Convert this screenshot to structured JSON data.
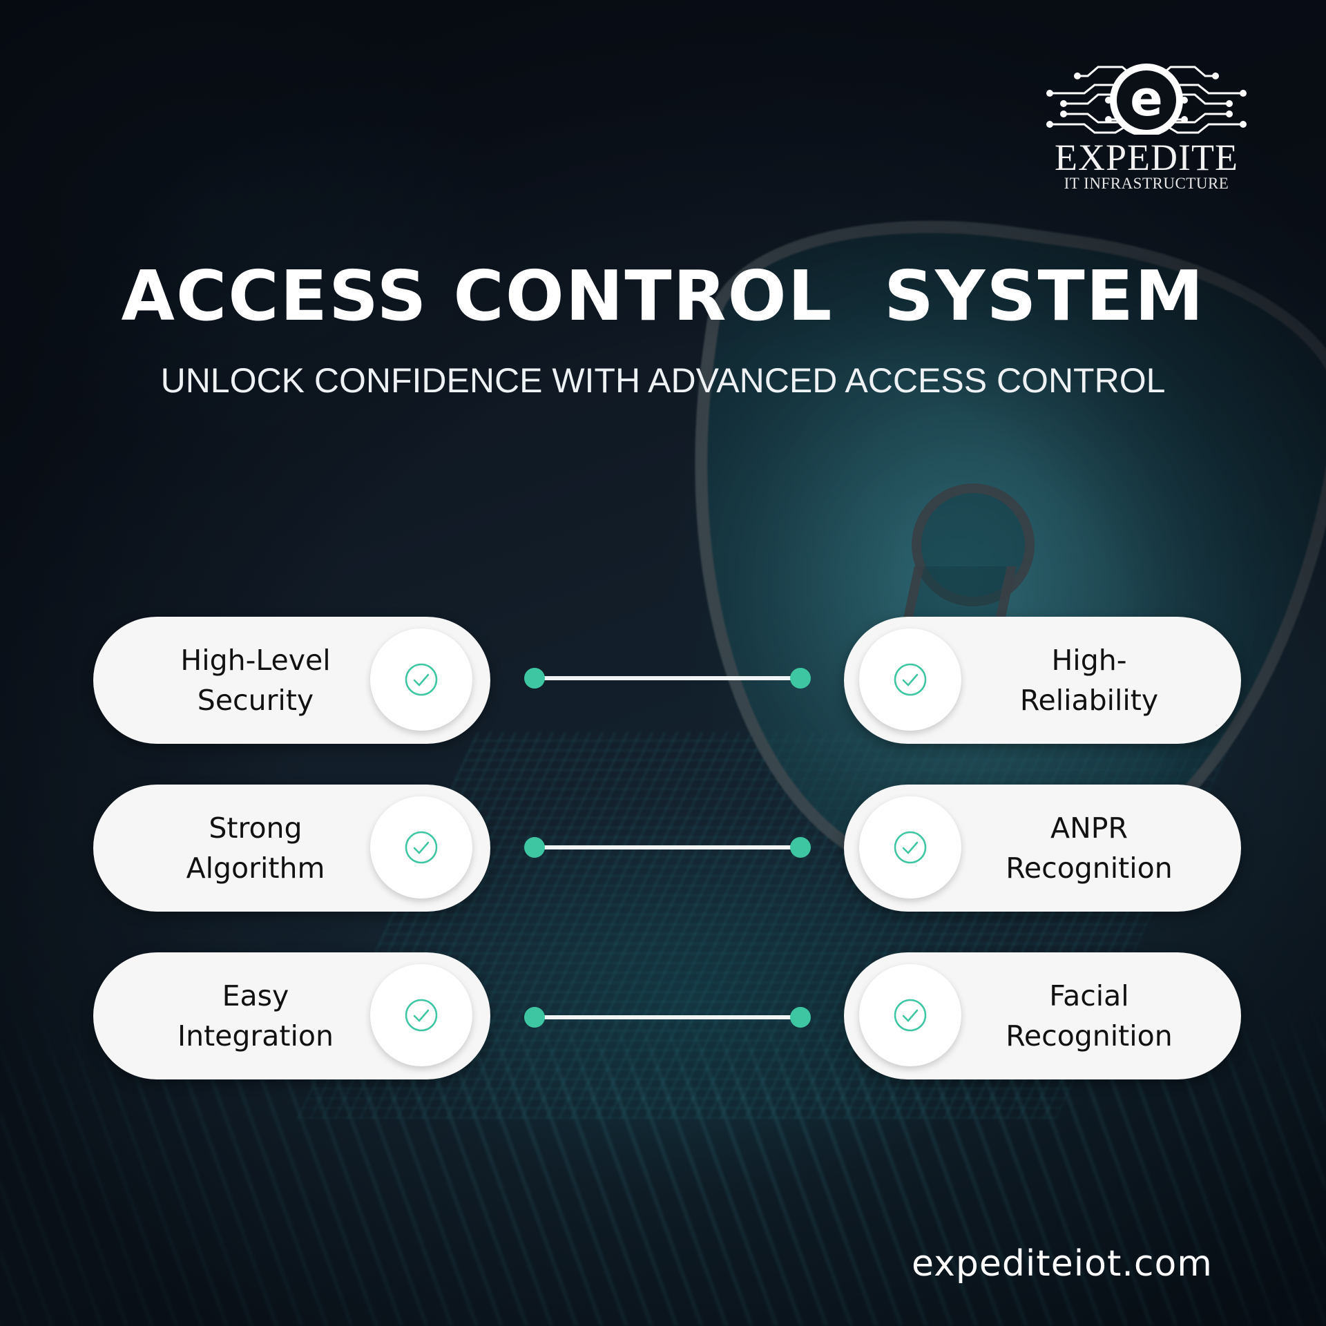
{
  "brand": {
    "name": "EXPEDITE",
    "tagline": "IT INFRASTRUCTURE",
    "logo_icon": "circuit-e-logo-icon"
  },
  "hero": {
    "title": "ACCESS CONTROL  SYSTEM",
    "subtitle": "UNLOCK CONFIDENCE WITH ADVANCED ACCESS CONTROL"
  },
  "features": {
    "left": [
      {
        "line1": "High-Level",
        "line2": "Security",
        "icon": "check-circle-icon"
      },
      {
        "line1": "Strong",
        "line2": "Algorithm",
        "icon": "check-circle-icon"
      },
      {
        "line1": "Easy",
        "line2": "Integration",
        "icon": "check-circle-icon"
      }
    ],
    "right": [
      {
        "line1": "High-",
        "line2": "Reliability",
        "icon": "check-circle-icon"
      },
      {
        "line1": "ANPR",
        "line2": "Recognition",
        "icon": "check-circle-icon"
      },
      {
        "line1": "Facial",
        "line2": "Recognition",
        "icon": "check-circle-icon"
      }
    ]
  },
  "colors": {
    "accent": "#3ec6a2",
    "pill_bg": "#f6f6f6",
    "text_dark": "#111111",
    "background": "#0d1520"
  },
  "footer": {
    "website": "expediteiot.com"
  }
}
